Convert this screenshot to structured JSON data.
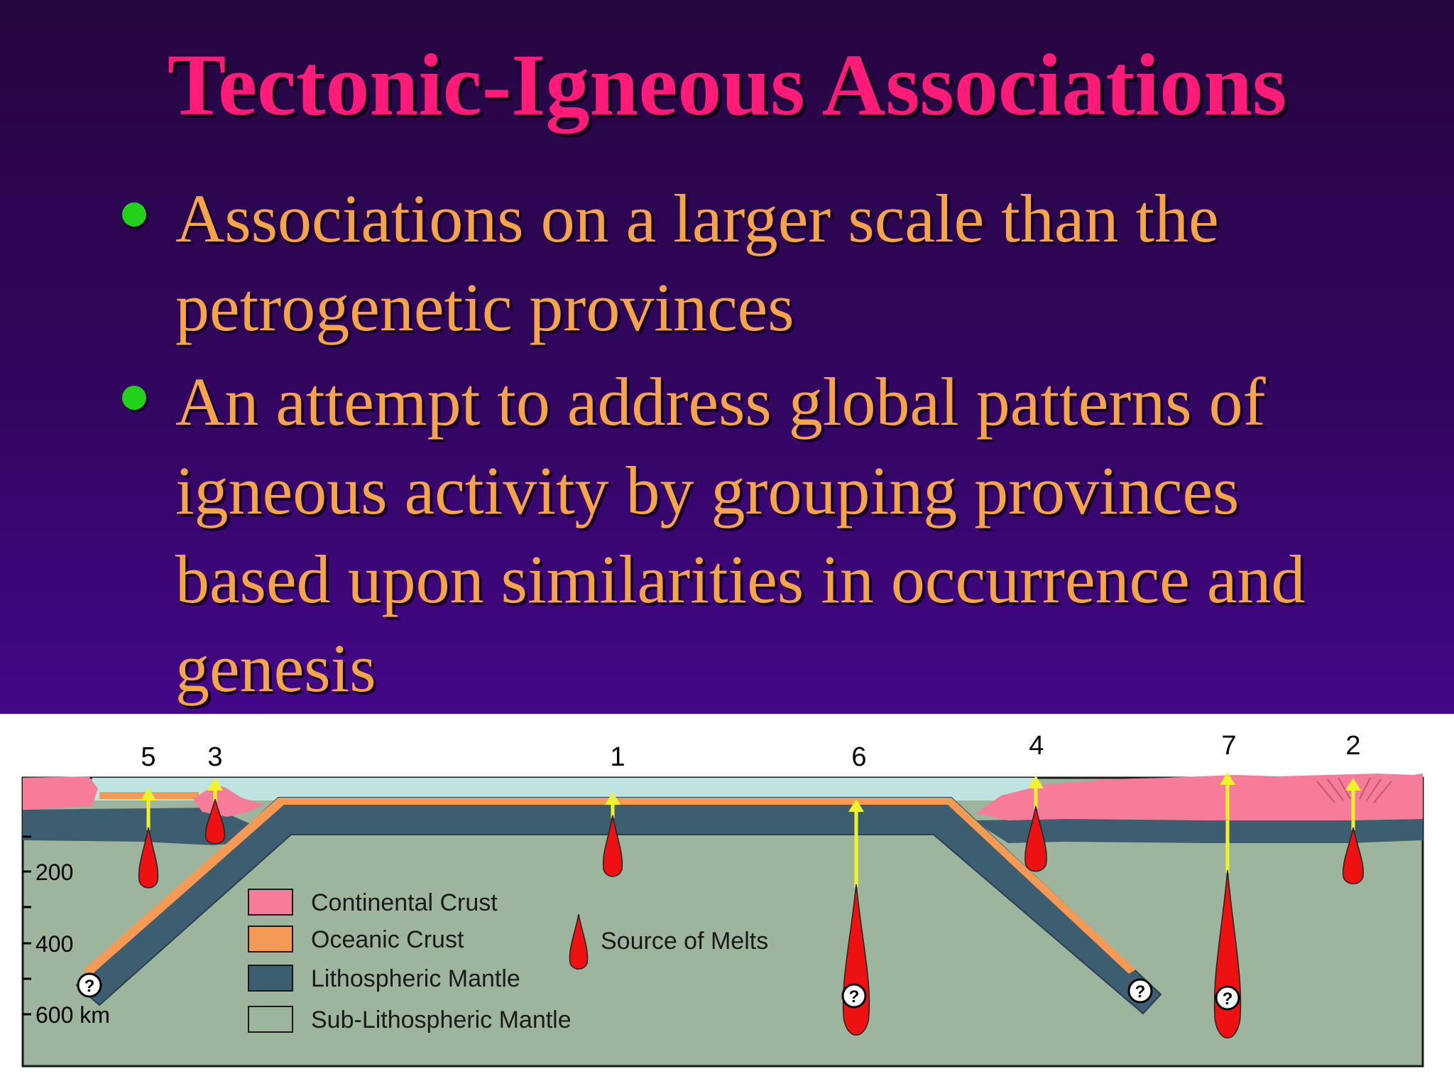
{
  "slide": {
    "title": "Tectonic-Igneous Associations",
    "bullets": [
      "Associations on a larger scale than the petrogenetic provinces",
      "An attempt to address global patterns of igneous activity by grouping provinces based upon similarities in occurrence and genesis"
    ]
  },
  "diagram": {
    "site_markers": [
      "5",
      "3",
      "1",
      "6",
      "4",
      "7",
      "2"
    ],
    "depth_labels": [
      "200",
      "400",
      "600 km"
    ],
    "unknown_marker": "?",
    "legend": {
      "continental_crust": "Continental Crust",
      "oceanic_crust": "Oceanic Crust",
      "lithospheric_mantle": "Lithospheric Mantle",
      "sub_lithospheric_mantle": "Sub-Lithospheric Mantle",
      "source_of_melts": "Source of Melts"
    }
  },
  "colors": {
    "title": "#ff1c78",
    "bullet_text": "#f5a44a",
    "bullet_dot": "#22d11a",
    "continental_crust": "#f57d9a",
    "oceanic_crust": "#f59a55",
    "lithospheric_mantle": "#3d5e71",
    "sub_lithospheric_mantle": "#9cb59c",
    "ocean_water": "#bfe3df",
    "melt": "#ee1111",
    "melt_path": "#f2f22a"
  }
}
